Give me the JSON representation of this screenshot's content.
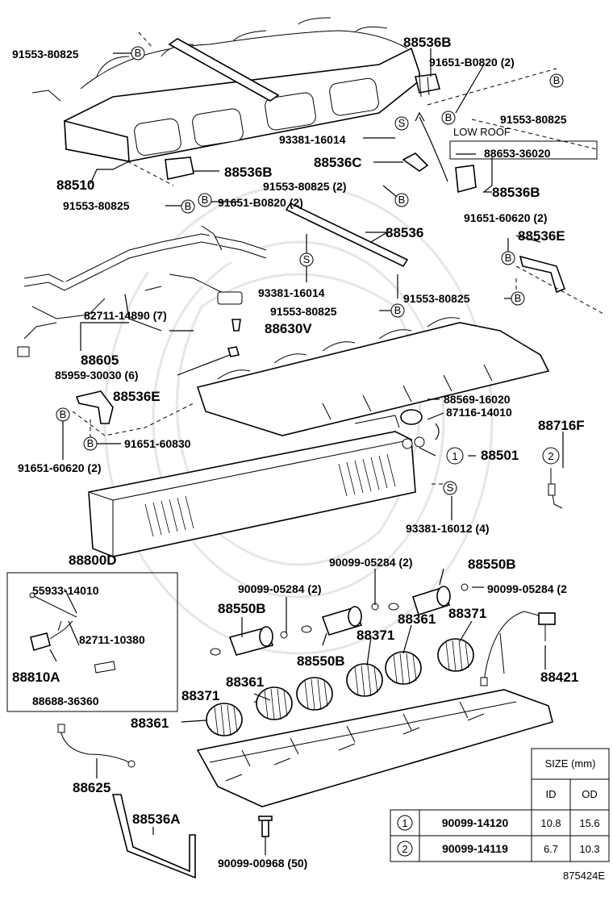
{
  "labels": {
    "p91553_a": "91553-80825",
    "p88536b_top": "88536B",
    "p91651_b0820_top": "91651-B0820 (2)",
    "p91553_b": "91553-80825",
    "low_roof": "LOW ROOF",
    "p93381_a": "93381-16014",
    "p88653": "88653-36020",
    "p88536c": "88536C",
    "p88510": "88510",
    "p88536b_mid": "88536B",
    "p91553_c": "91553-80825 (2)",
    "p88536b_right": "88536B",
    "p91553_d": "91553-80825",
    "p91651_b0820_mid": "91651-B0820 (2)",
    "p91651_60620_top": "91651-60620 (2)",
    "p88536": "88536",
    "p88536e_top": "88536E",
    "p93381_b": "93381-16014",
    "p82711_14890": "82711-14890 (7)",
    "p91553_e": "91553-80825",
    "p91553_f": "91553-80825",
    "p88630v": "88630V",
    "p88605": "88605",
    "p85959": "85959-30030 (6)",
    "p88536e_bot": "88536E",
    "p88569": "88569-16020",
    "p87116": "87116-14010",
    "p88716f": "88716F",
    "p91651_60830": "91651-60830",
    "p91651_60620_bot": "91651-60620 (2)",
    "p88501": "88501",
    "p93381_c": "93381-16012 (4)",
    "p88800d": "88800D",
    "p90099_a": "90099-05284 (2)",
    "p88550b_top": "88550B",
    "p55933": "55933-14010",
    "p90099_b": "90099-05284 (2)",
    "p90099_c": "90099-05284 (2",
    "p88550b_left": "88550B",
    "p88361_a": "88361",
    "p88371_a": "88371",
    "p82711_10380": "82711-10380",
    "p88371_b": "88371",
    "p88550b_mid": "88550B",
    "p88810a": "88810A",
    "p88361_b": "88361",
    "p88421": "88421",
    "p88688": "88688-36360",
    "p88371_c": "88371",
    "p88361_c": "88361",
    "p88625": "88625",
    "p88536a": "88536A",
    "p90099_d": "90099-00968 (50)",
    "figure_id": "875424E"
  },
  "callouts": {
    "b": "B",
    "s": "S",
    "one": "1",
    "two": "2"
  },
  "size_table": {
    "header": "SIZE (mm)",
    "col_id": "ID",
    "col_od": "OD",
    "rows": [
      {
        "ref": "1",
        "part": "90099-14120",
        "id": "10.8",
        "od": "15.6"
      },
      {
        "ref": "2",
        "part": "90099-14119",
        "id": "6.7",
        "od": "10.3"
      }
    ]
  }
}
